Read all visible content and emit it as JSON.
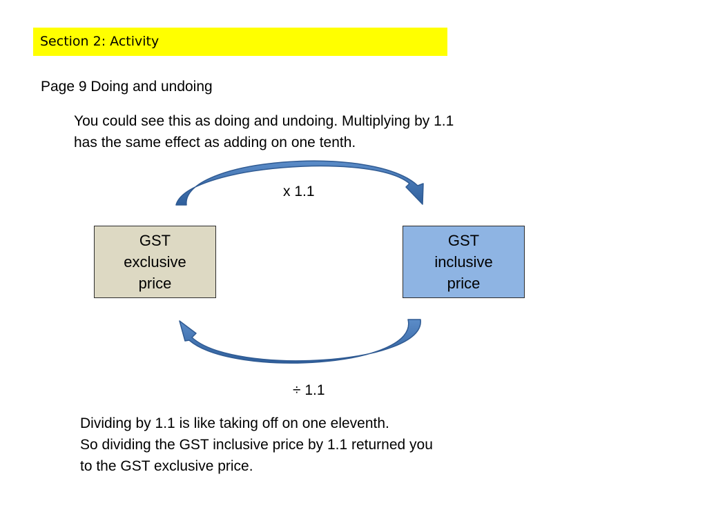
{
  "header": {
    "section_title": "Section 2: Activity",
    "highlight_color": "#ffff00"
  },
  "page_heading": "Page 9 Doing and undoing",
  "intro": {
    "line1": "You could see this as doing and undoing. Multiplying by 1.1",
    "line2": "has the same effect as adding on one tenth."
  },
  "diagram": {
    "left_box": {
      "lines": [
        "GST",
        "exclusive",
        "price"
      ],
      "color": "#ddd9c3"
    },
    "right_box": {
      "lines": [
        "GST",
        "inclusive",
        "price"
      ],
      "color": "#8eb4e3"
    },
    "top_operation": "x 1.1",
    "bottom_operation": "÷ 1.1",
    "arrow_color": "#4f81bd",
    "arrow_icons": [
      "curved-arrow-right-icon",
      "curved-arrow-left-icon"
    ]
  },
  "outro": {
    "line1": "Dividing by 1.1 is like taking off on one eleventh.",
    "line2": "So dividing the GST inclusive price by 1.1 returned you",
    "line3": "to the GST exclusive price."
  }
}
